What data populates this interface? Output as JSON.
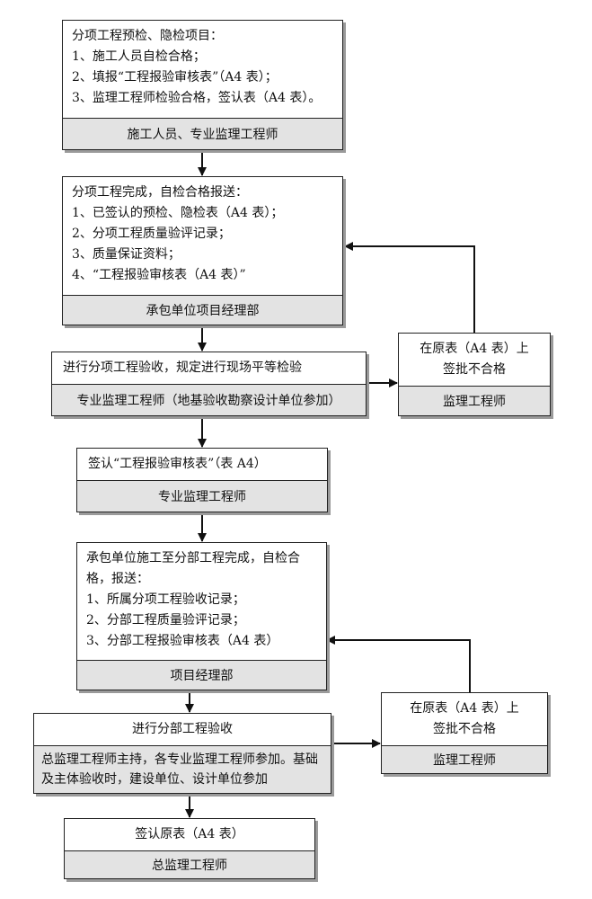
{
  "box1": {
    "lines": [
      "分项工程预检、隐检项目：",
      "1、施工人员自检合格；",
      "2、填报“工程报验审核表”（A4 表）；",
      "3、监理工程师检验合格，签认表（A4 表）。"
    ],
    "footer": "施工人员、专业监理工程师"
  },
  "box2": {
    "lines": [
      "分项工程完成，自检合格报送：",
      "1、已签认的预检、隐检表（A4 表）；",
      "2、分项工程质量验评记录；",
      "3、质量保证资料；",
      "4、“工程报验审核表（A4 表）”"
    ],
    "footer": "承包单位项目经理部"
  },
  "box3": {
    "lines": [
      "进行分项工程验收，规定进行现场平等检验"
    ],
    "footer": "专业监理工程师（地基验收勘察设计单位参加）"
  },
  "side1": {
    "lines": [
      "在原表（A4 表）上",
      "签批不合格"
    ],
    "footer": "监理工程师"
  },
  "box4": {
    "lines": [
      "签认“工程报验审核表”（表 A4）"
    ],
    "footer": "专业监理工程师"
  },
  "box5": {
    "lines": [
      "承包单位施工至分部工程完成，自检合格，报送：",
      "1、所属分项工程验收记录；",
      "2、分部工程质量验评记录；",
      "3、分部工程报验审核表（A4 表）"
    ],
    "footer": "项目经理部"
  },
  "box6": {
    "lines": [
      "进行分部工程验收"
    ],
    "footer": "总监理工程师主持，各专业监理工程师参加。基础及主体验收时，建设单位、设计单位参加"
  },
  "side2": {
    "lines": [
      "在原表（A4 表）上",
      "签批不合格"
    ],
    "footer": "监理工程师"
  },
  "box7": {
    "lines": [
      "签认原表（A4 表）"
    ],
    "footer": "总监理工程师"
  }
}
